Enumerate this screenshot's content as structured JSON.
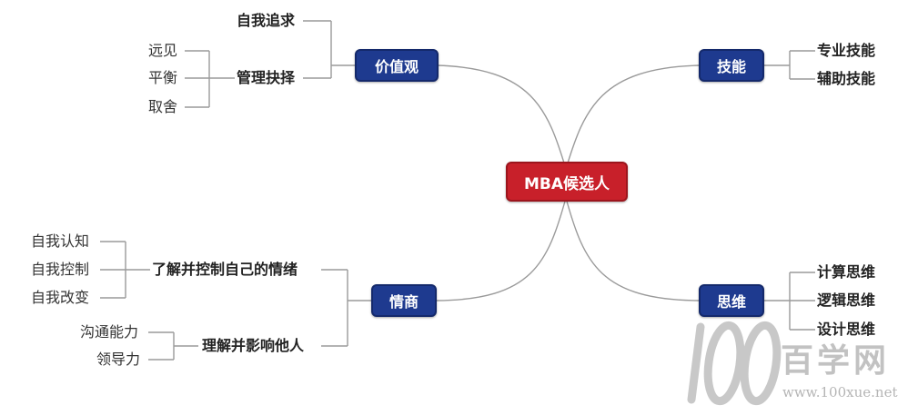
{
  "center": {
    "label": "MBA候选人"
  },
  "hubs": {
    "values": "价值观",
    "skills": "技能",
    "emotion": "情商",
    "thinking": "思维"
  },
  "values_branch": {
    "pursuit": "自我追求",
    "management": "管理抉择",
    "management_items": [
      "远见",
      "平衡",
      "取舍"
    ]
  },
  "skills_branch": {
    "items": [
      "专业技能",
      "辅助技能"
    ]
  },
  "emotion_branch": {
    "self": "了解并控制自己的情绪",
    "self_items": [
      "自我认知",
      "自我控制",
      "自我改变"
    ],
    "others": "理解并影响他人",
    "others_items": [
      "沟通能力",
      "领导力"
    ]
  },
  "thinking_branch": {
    "items": [
      "计算思维",
      "逻辑思维",
      "设计思维"
    ]
  },
  "watermark": {
    "cn": "百学网",
    "url": "www.100xue.net",
    "logo_digits": "100"
  },
  "colors": {
    "hub": "#1e3a8f",
    "center": "#c8202a",
    "line": "#9a9a9a",
    "watermark": "#c2c2c2"
  }
}
